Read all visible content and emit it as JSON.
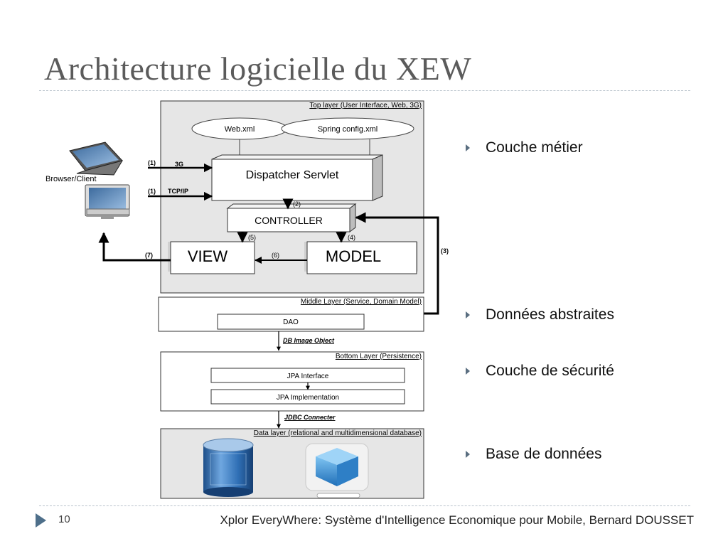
{
  "slide": {
    "title": "Architecture logicielle du XEW",
    "number": "10",
    "footer": "Xplor EveryWhere: Système d'Intelligence Economique pour Mobile, Bernard DOUSSET"
  },
  "bullets": [
    "Couche métier",
    "Données abstraites",
    "Couche de sécurité",
    "Base de données"
  ],
  "diagram": {
    "client_label": "Browser/Client",
    "top_layer": "Top layer (User Interface, Web, 3G)",
    "web_xml": "Web.xml",
    "spring_config": "Spring config.xml",
    "dispatcher": "Dispatcher Servlet",
    "controller": "CONTROLLER",
    "view": "VIEW",
    "model": "MODEL",
    "middle_layer": "Middle Layer (Service, Domain Model)",
    "dao": "DAO",
    "db_image_object": "DB Image Object",
    "bottom_layer": "Bottom Layer (Persistence)",
    "jpa_interface": "JPA Interface",
    "jpa_implementation": "JPA Implementation",
    "jdbc_connecter": "JDBC Connecter",
    "data_layer": "Data layer (relational and multidimensional database)",
    "step_1a": "(1)",
    "step_1b": "(1)",
    "proto_3g": "3G",
    "proto_tcp": "TCP/IP",
    "step_2": "(2)",
    "step_3": "(3)",
    "step_4": "(4)",
    "step_5": "(5)",
    "step_6": "(6)",
    "step_7": "(7)"
  }
}
